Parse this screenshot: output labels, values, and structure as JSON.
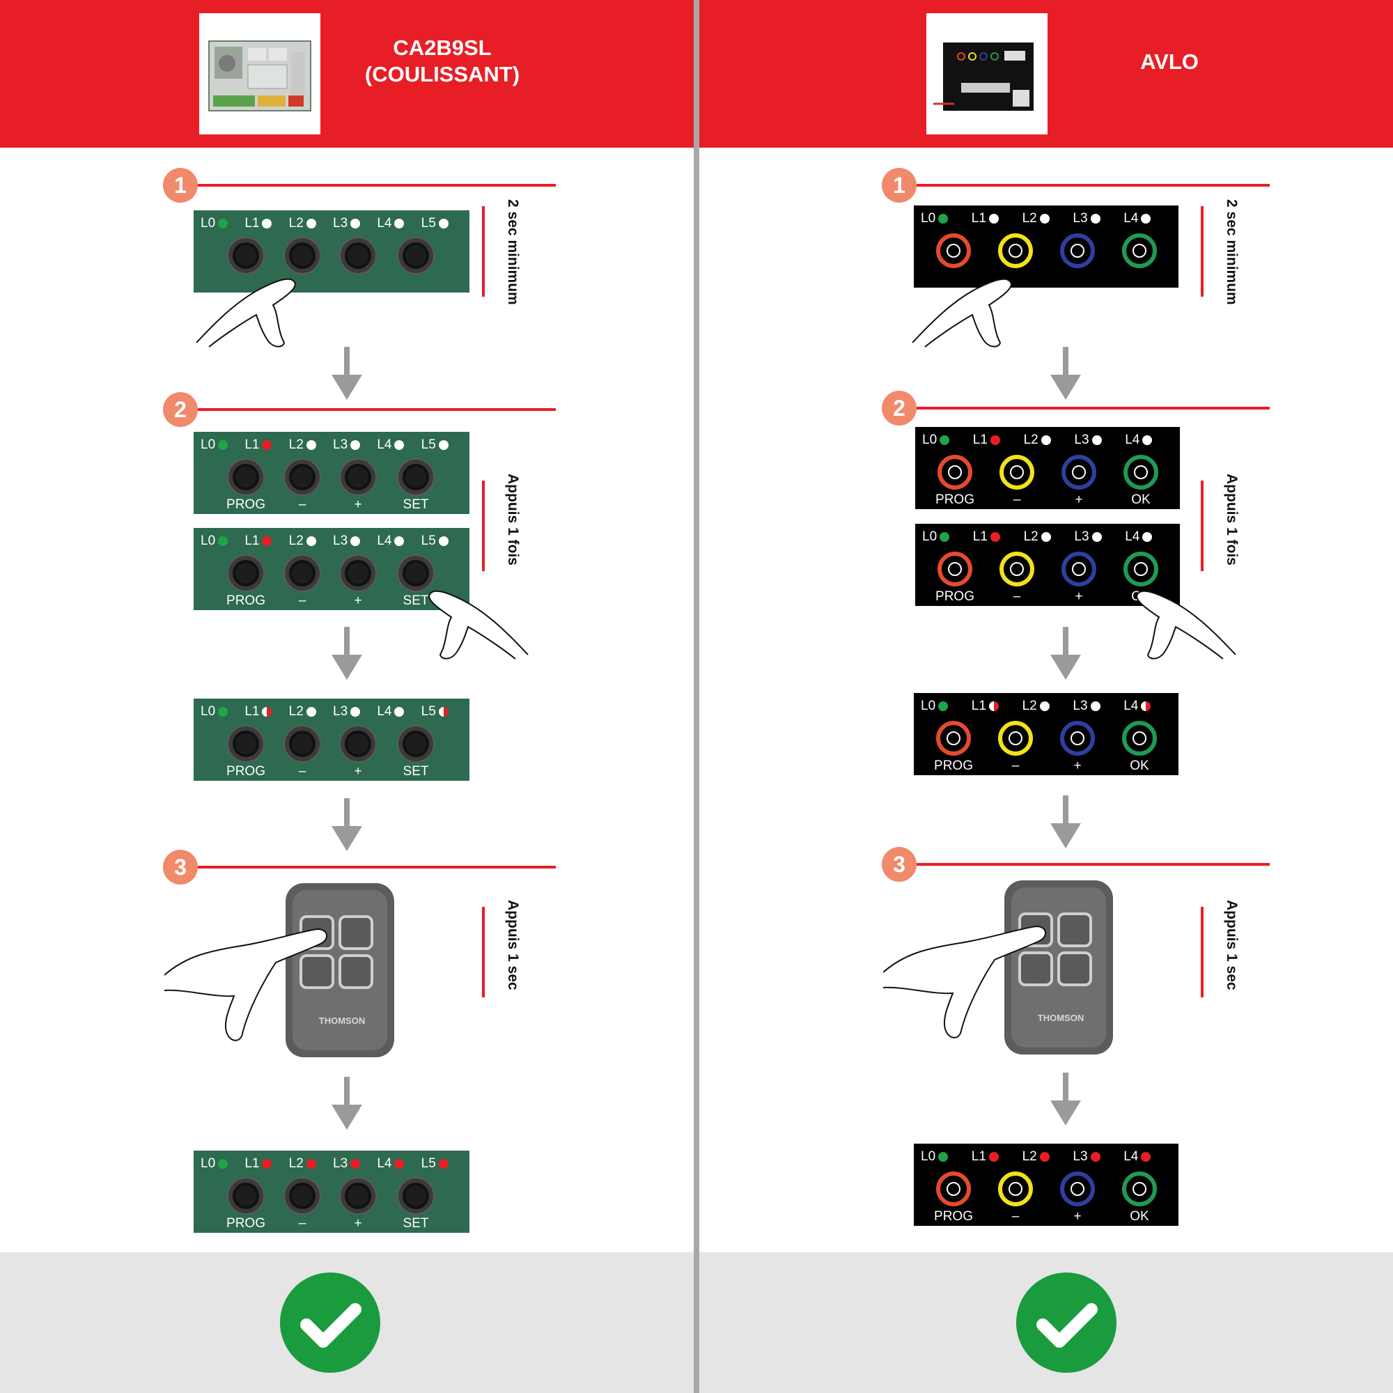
{
  "columns": [
    {
      "id": "left",
      "title": "CA2B9SL\n(COULISSANT)",
      "panel_style": "green",
      "labels": [
        "L0",
        "L1",
        "L2",
        "L3",
        "L4",
        "L5"
      ],
      "buttons": [
        "PROG",
        "–",
        "+",
        "SET"
      ],
      "side_labels": [
        "2 sec minimum",
        "Appuis 1 fois",
        "Appuis 1 sec"
      ],
      "steps": [
        "1",
        "2",
        "3"
      ],
      "remote_brand": "THOMSON",
      "leds": {
        "p1": [
          "green",
          "white",
          "white",
          "white",
          "white",
          "white"
        ],
        "p2a": [
          "green",
          "red",
          "white",
          "white",
          "white",
          "white"
        ],
        "p2b": [
          "green",
          "red",
          "white",
          "white",
          "white",
          "white"
        ],
        "p3": [
          "green",
          "half",
          "white",
          "white",
          "white",
          "half"
        ],
        "p4": [
          "green",
          "red",
          "red",
          "red",
          "red",
          "red"
        ]
      }
    },
    {
      "id": "right",
      "title": "AVLO",
      "panel_style": "black",
      "labels": [
        "L0",
        "L1",
        "L2",
        "L3",
        "L4"
      ],
      "buttons": [
        "PROG",
        "–",
        "+",
        "OK"
      ],
      "side_labels": [
        "2 sec minimum",
        "Appuis 1 fois",
        "Appuis 1 sec"
      ],
      "steps": [
        "1",
        "2",
        "3"
      ],
      "remote_brand": "THOMSON",
      "leds": {
        "p1": [
          "green",
          "white",
          "white",
          "white",
          "white"
        ],
        "p2a": [
          "green",
          "red",
          "white",
          "white",
          "white"
        ],
        "p2b": [
          "green",
          "red",
          "white",
          "white",
          "white"
        ],
        "p3": [
          "green",
          "half",
          "white",
          "white",
          "half"
        ],
        "p4": [
          "green",
          "red",
          "red",
          "red",
          "red"
        ]
      }
    }
  ],
  "colors": {
    "header_red": "#e81e26",
    "step_badge": "#f08a6a",
    "panel_green": "#2d6a4f",
    "check_green": "#1a9b3e",
    "footer_grey": "#e5e5e5",
    "ring_red": "#e64a2e",
    "ring_yellow": "#f2e11c",
    "ring_blue": "#2e3fa0",
    "ring_green": "#1f9b55"
  }
}
